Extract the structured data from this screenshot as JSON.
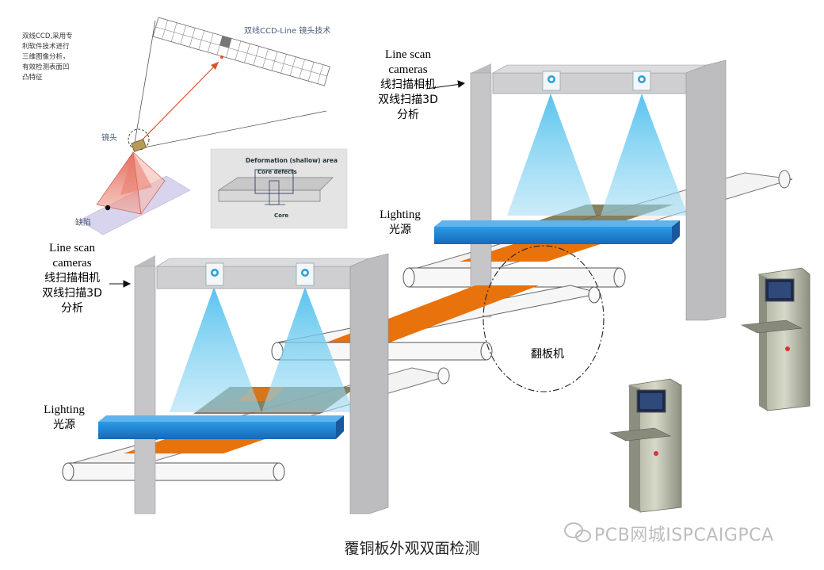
{
  "inset_note": [
    "双线CCD,采用专",
    "利软件技术进行",
    "三维图像分析，",
    "有效检测表面凹",
    "凸特征"
  ],
  "ccd_title": "双线CCD-Line 镜头技术",
  "lens_label": "镜头",
  "defect_label": "缺陷",
  "inset_deformation": "Deformation (shallow) area",
  "inset_core_defects": "Core defects",
  "inset_core": "Core",
  "station_top": {
    "cameras_en": [
      "Line scan",
      "cameras"
    ],
    "cameras_cn": [
      "线扫描相机",
      "双线扫描3D",
      "分析"
    ],
    "lighting_en": "Lighting",
    "lighting_cn": "光源"
  },
  "station_bottom": {
    "cameras_en": [
      "Line scan",
      "cameras"
    ],
    "cameras_cn": [
      "线扫描相机",
      "双线扫描3D",
      "分析"
    ],
    "lighting_en": "Lighting",
    "lighting_cn": "光源"
  },
  "flipper_label": "翻板机",
  "caption": "覆铜板外观双面检测",
  "watermark": "PCB网城ISPCAIGPCA",
  "colors": {
    "frame": "#c8c8ca",
    "light_bar": "#1e88d8",
    "beam": "#5ec8ef",
    "board": "#e8730c",
    "belt": "#f2f2f2"
  }
}
